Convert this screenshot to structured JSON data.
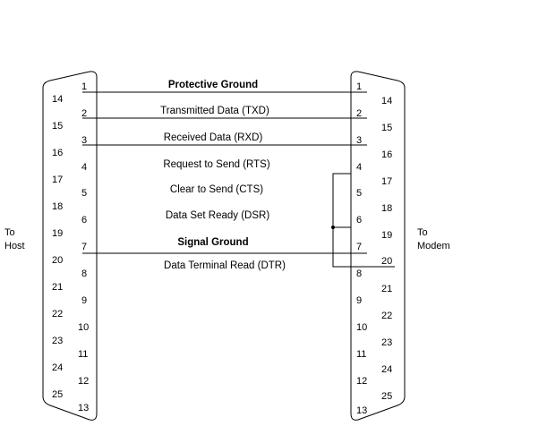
{
  "signals": [
    {
      "label": "Protective Ground",
      "bold": true
    },
    {
      "label": "Transmitted Data (TXD)",
      "bold": false
    },
    {
      "label": "Received Data (RXD)",
      "bold": false
    },
    {
      "label": "Request to Send (RTS)",
      "bold": false
    },
    {
      "label": "Clear to Send (CTS)",
      "bold": false
    },
    {
      "label": "Data Set Ready (DSR)",
      "bold": false
    },
    {
      "label": "Signal Ground",
      "bold": true
    },
    {
      "label": "Data Terminal Read (DTR)",
      "bold": false
    }
  ],
  "left_connector": {
    "side_label_line1": "To",
    "side_label_line2": "Host",
    "top_row_pins": [
      "1",
      "2",
      "3",
      "4",
      "5",
      "6",
      "7",
      "8",
      "9",
      "10",
      "11",
      "12",
      "13"
    ],
    "bottom_row_pins": [
      "14",
      "15",
      "16",
      "17",
      "18",
      "19",
      "20",
      "21",
      "22",
      "23",
      "24",
      "25"
    ]
  },
  "right_connector": {
    "side_label_line1": "To",
    "side_label_line2": "Modem",
    "top_row_pins": [
      "1",
      "2",
      "3",
      "4",
      "5",
      "6",
      "7",
      "8",
      "9",
      "10",
      "11",
      "12",
      "13"
    ],
    "bottom_row_pins": [
      "14",
      "15",
      "16",
      "17",
      "18",
      "19",
      "20",
      "21",
      "22",
      "23",
      "24",
      "25"
    ]
  },
  "colors": {
    "ink": "#000000",
    "background": "#ffffff"
  }
}
